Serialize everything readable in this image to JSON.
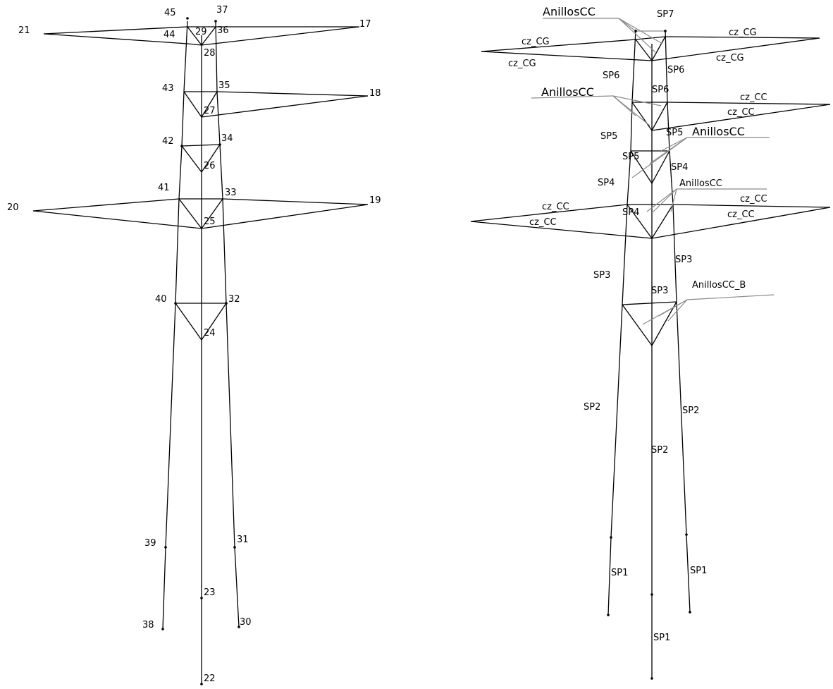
{
  "nodes": [
    "17",
    "18",
    "19",
    "20",
    "21",
    "22",
    "23",
    "24",
    "25",
    "26",
    "27",
    "28",
    "29",
    "30",
    "31",
    "32",
    "33",
    "34",
    "35",
    "36",
    "37",
    "38",
    "39",
    "40",
    "41",
    "42",
    "43",
    "44",
    "45"
  ],
  "members": {
    "sp1": "SP1",
    "sp2": "SP2",
    "sp3": "SP3",
    "sp4": "SP4",
    "sp5": "SP5",
    "sp6": "SP6",
    "sp7": "SP7",
    "cz_cg": "cz_CG",
    "cz_cc": "cz_CC",
    "anillos_cc": "AnillosCC",
    "anillos_cc_b": "AnillosCC_B"
  },
  "colors": {
    "structure": "#000000",
    "rings": "#8a8a8a",
    "background": "#ffffff"
  }
}
